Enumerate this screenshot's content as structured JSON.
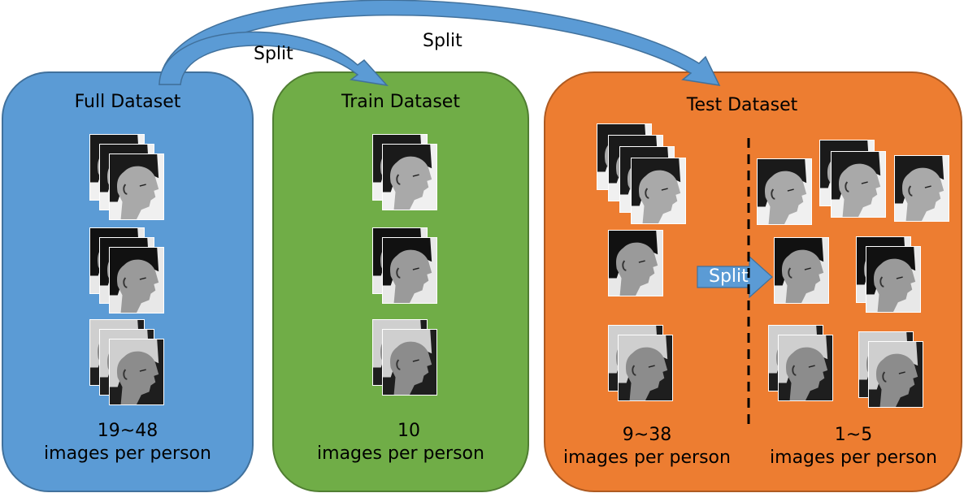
{
  "panels": {
    "full": {
      "title": "Full Dataset",
      "count": "19~48",
      "unit": "images per person"
    },
    "train": {
      "title": "Train Dataset",
      "count": "10",
      "unit": "images per person"
    },
    "test": {
      "title": "Test Dataset",
      "left": {
        "count": "9~38",
        "unit": "images per person"
      },
      "right": {
        "count": "1~5",
        "unit": "images per person"
      }
    }
  },
  "arrows": {
    "split_to_train": "Split",
    "split_to_test": "Split",
    "split_inner": "Split"
  },
  "colors": {
    "full": "#5b9bd5",
    "train": "#70ad47",
    "test": "#ed7d31",
    "arrow": "#5b9bd5"
  },
  "icons": {
    "face": "face-photo",
    "arrow": "arrow-icon"
  }
}
